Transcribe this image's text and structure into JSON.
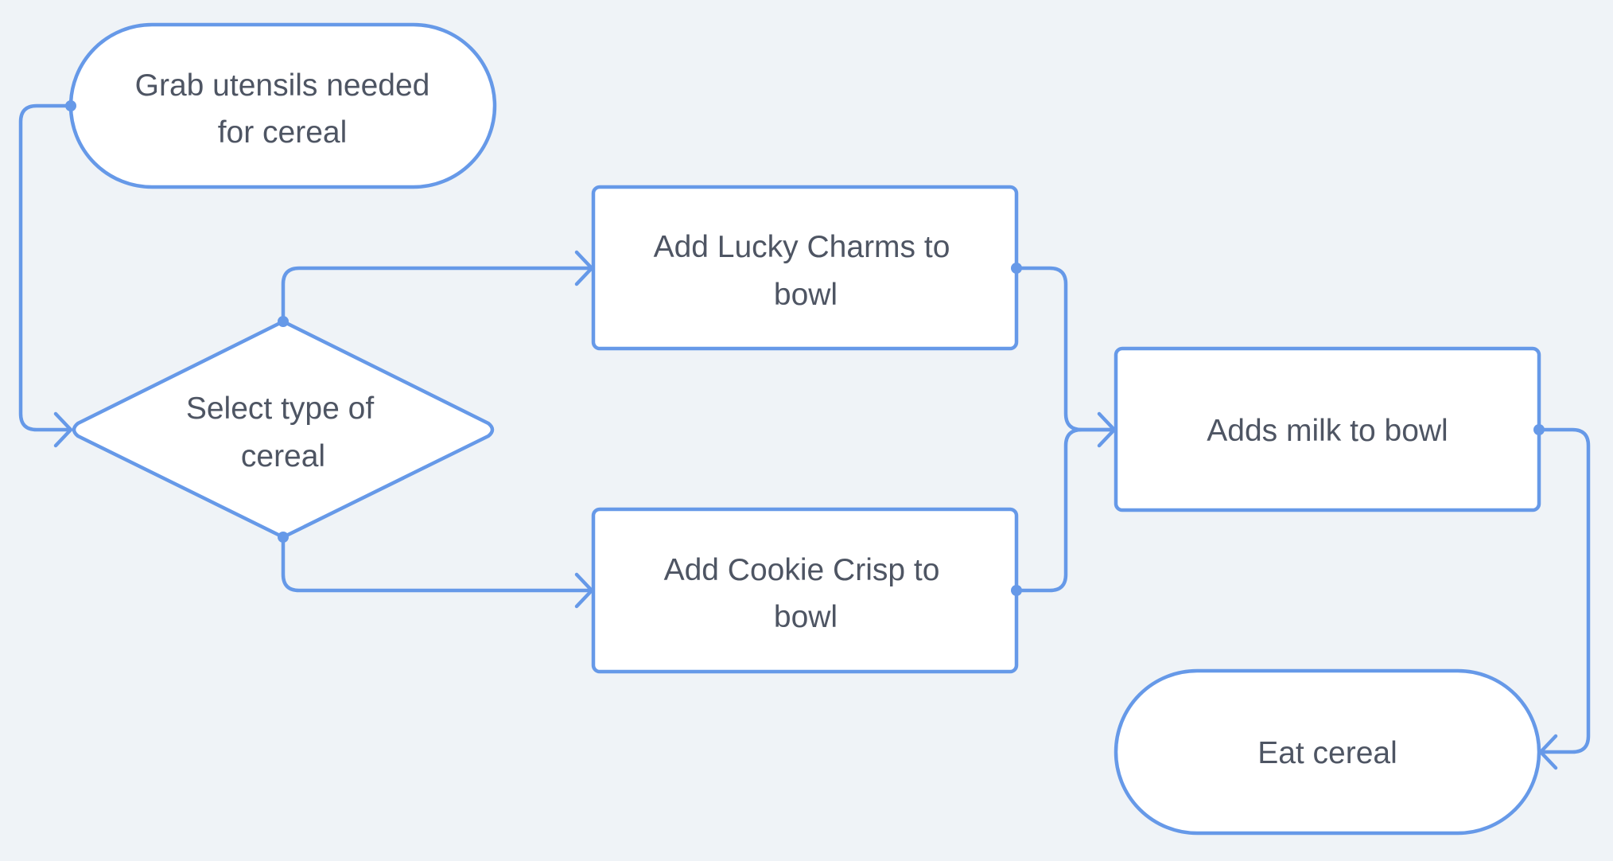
{
  "diagram": {
    "type": "flowchart",
    "accent_color": "#6699e8",
    "background_color": "#eff3f7",
    "text_color": "#4e5563",
    "nodes": {
      "start": {
        "shape": "terminal",
        "lines": [
          "Grab utensils needed",
          "for cereal"
        ]
      },
      "select": {
        "shape": "decision",
        "lines": [
          "Select type of",
          "cereal"
        ]
      },
      "lucky": {
        "shape": "process",
        "lines": [
          "Add Lucky Charms to",
          "bowl"
        ]
      },
      "cookie": {
        "shape": "process",
        "lines": [
          "Add Cookie Crisp to",
          "bowl"
        ]
      },
      "milk": {
        "shape": "process",
        "lines": [
          "Adds milk to bowl"
        ]
      },
      "eat": {
        "shape": "terminal",
        "lines": [
          "Eat cereal"
        ]
      }
    },
    "edges": [
      {
        "from": "start",
        "to": "select"
      },
      {
        "from": "select",
        "to": "lucky"
      },
      {
        "from": "select",
        "to": "cookie"
      },
      {
        "from": "lucky",
        "to": "milk"
      },
      {
        "from": "cookie",
        "to": "milk"
      },
      {
        "from": "milk",
        "to": "eat"
      }
    ]
  }
}
